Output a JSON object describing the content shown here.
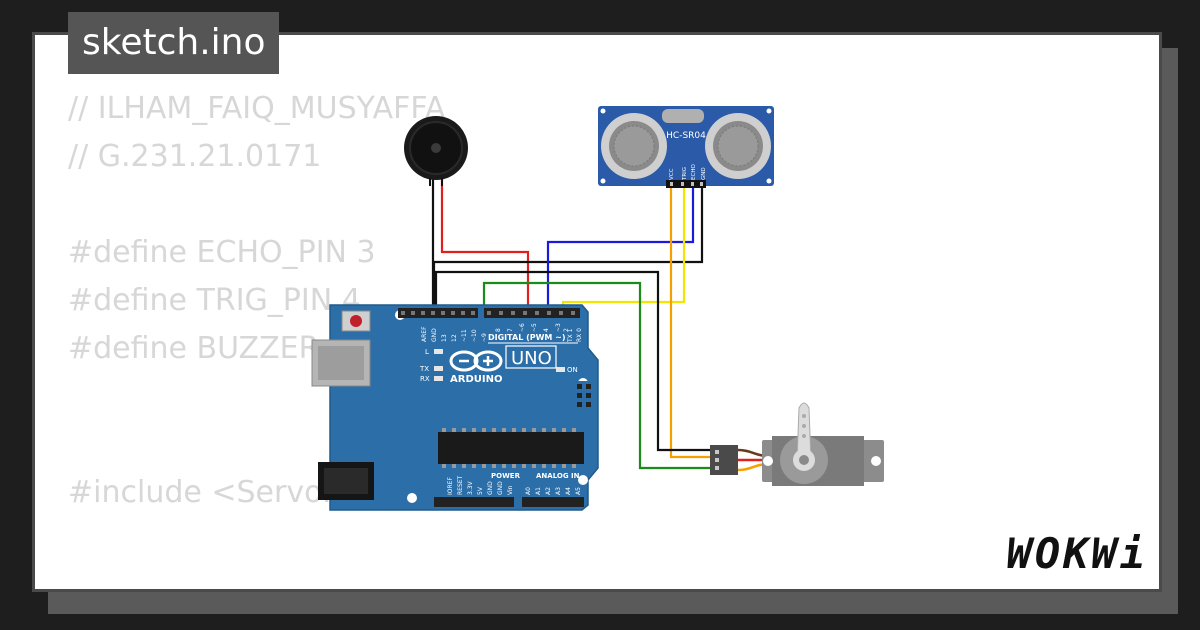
{
  "header": {
    "title": "sketch.ino"
  },
  "code_lines": [
    "// ILHAM_FAIQ_MUSYAFFA",
    "// G.231.21.0171",
    "",
    "#define ECHO_PIN 3",
    "#define TRIG_PIN 4",
    "#define BUZZER_PIN 6",
    "",
    "",
    "#include <Servo.h>"
  ],
  "arduino": {
    "brand": "ARDUINO",
    "model": "UNO",
    "digital_label": "DIGITAL (PWM ~)",
    "power_label": "POWER",
    "analog_label": "ANALOG IN",
    "on_label": "ON",
    "l_label": "L",
    "tx_label": "TX",
    "rx_label": "RX",
    "digital_pins": [
      "AREF",
      "GND",
      "13",
      "12",
      "~11",
      "~10",
      "~9",
      "8",
      "7",
      "~6",
      "~5",
      "4",
      "~3",
      "2",
      "TX 1",
      "RX 0"
    ],
    "power_pins": [
      "IOREF",
      "RESET",
      "3.3V",
      "5V",
      "GND",
      "GND",
      "Vin"
    ],
    "analog_pins": [
      "A0",
      "A1",
      "A2",
      "A3",
      "A4",
      "A5"
    ]
  },
  "sensor": {
    "name": "HC-SR04",
    "pins": [
      "VCC",
      "TRIG",
      "ECHO",
      "GND"
    ]
  },
  "wire_colors": {
    "black": "#111111",
    "red": "#e0201c",
    "blue": "#1a1adc",
    "green": "#1a8c1a",
    "yellow": "#f2e600",
    "orange": "#f5a000"
  },
  "brand": {
    "logo": "WOKWi"
  }
}
